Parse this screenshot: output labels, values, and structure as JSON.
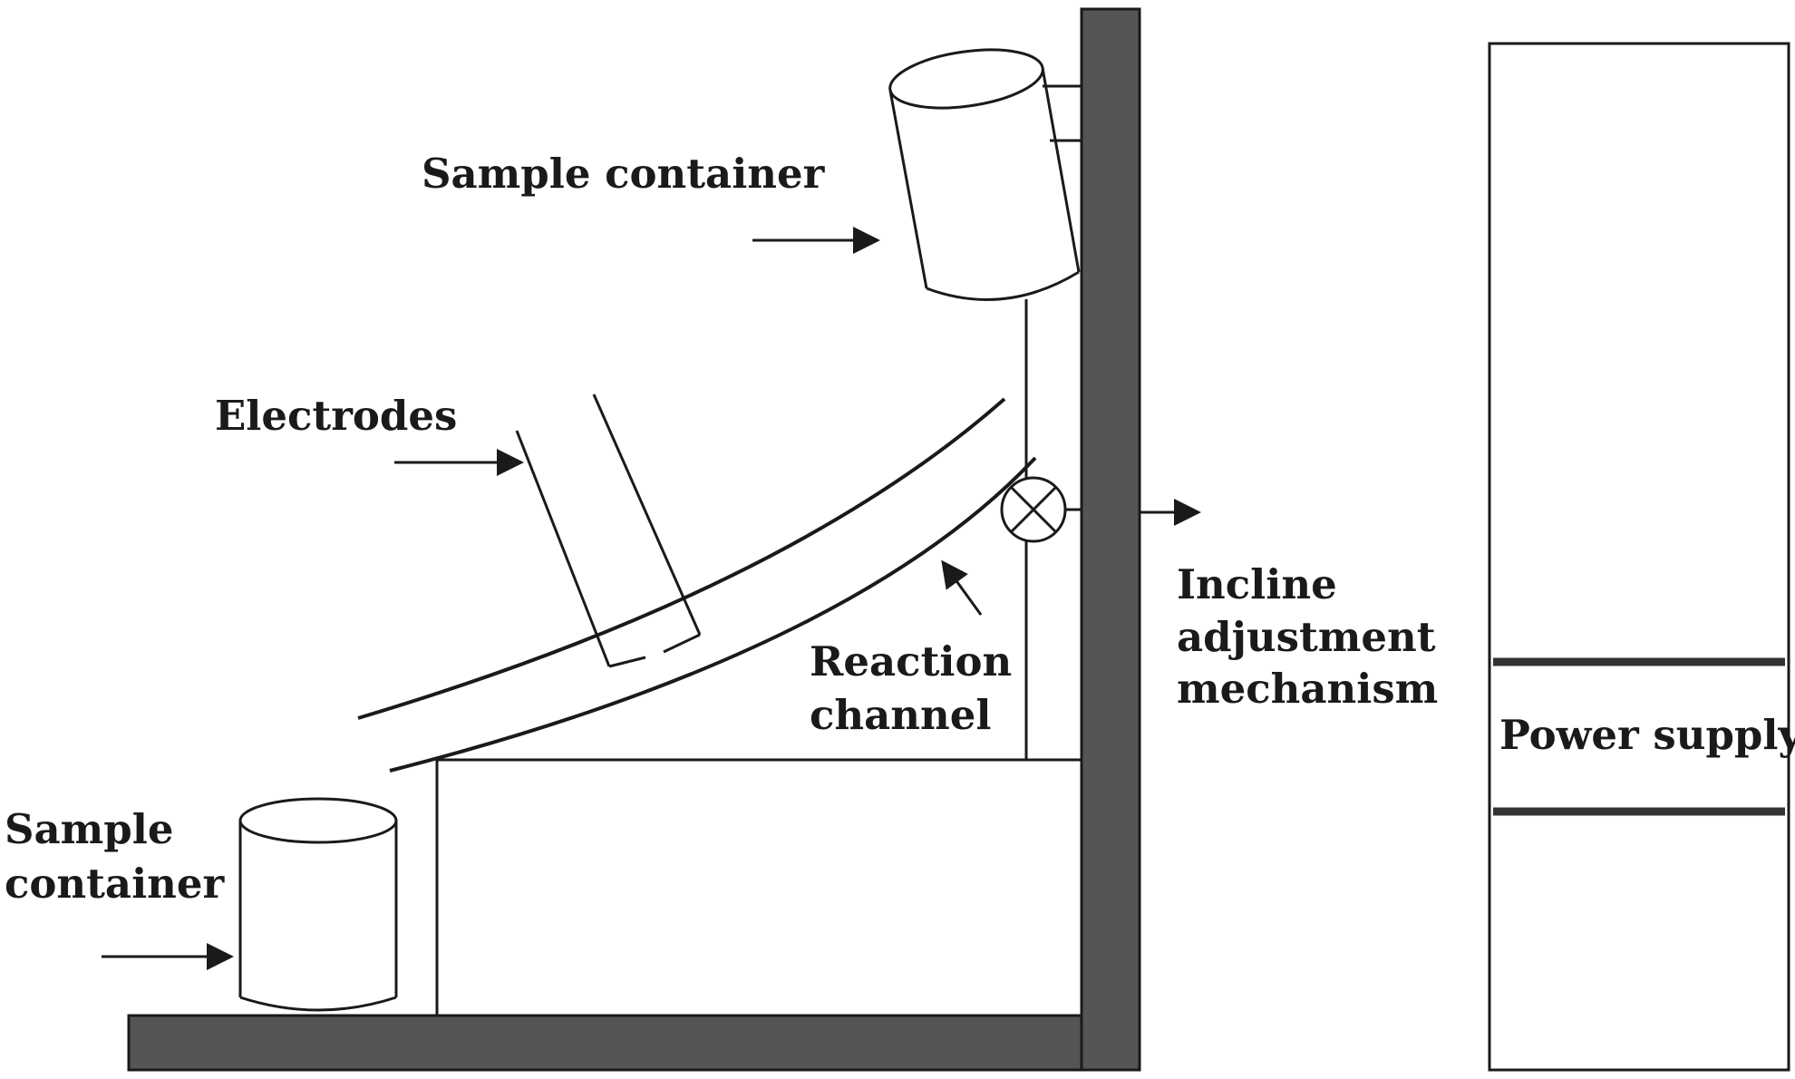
{
  "labels": {
    "sample_container_top": "Sample container",
    "sample_container_bottom_line1": "Sample",
    "sample_container_bottom_line2": "container",
    "electrodes": "Electrodes",
    "reaction_channel_line1": "Reaction",
    "reaction_channel_line2": "channel",
    "incline_line1": "Incline",
    "incline_line2": "adjustment",
    "incline_line3": "mechanism",
    "power_supply": "Power supply"
  },
  "colors": {
    "frame_fill": "#555555",
    "line": "#1a1a1a",
    "background": "#ffffff"
  },
  "icons": {
    "valve": "valve-cross-icon",
    "arrow": "arrow-icon"
  }
}
